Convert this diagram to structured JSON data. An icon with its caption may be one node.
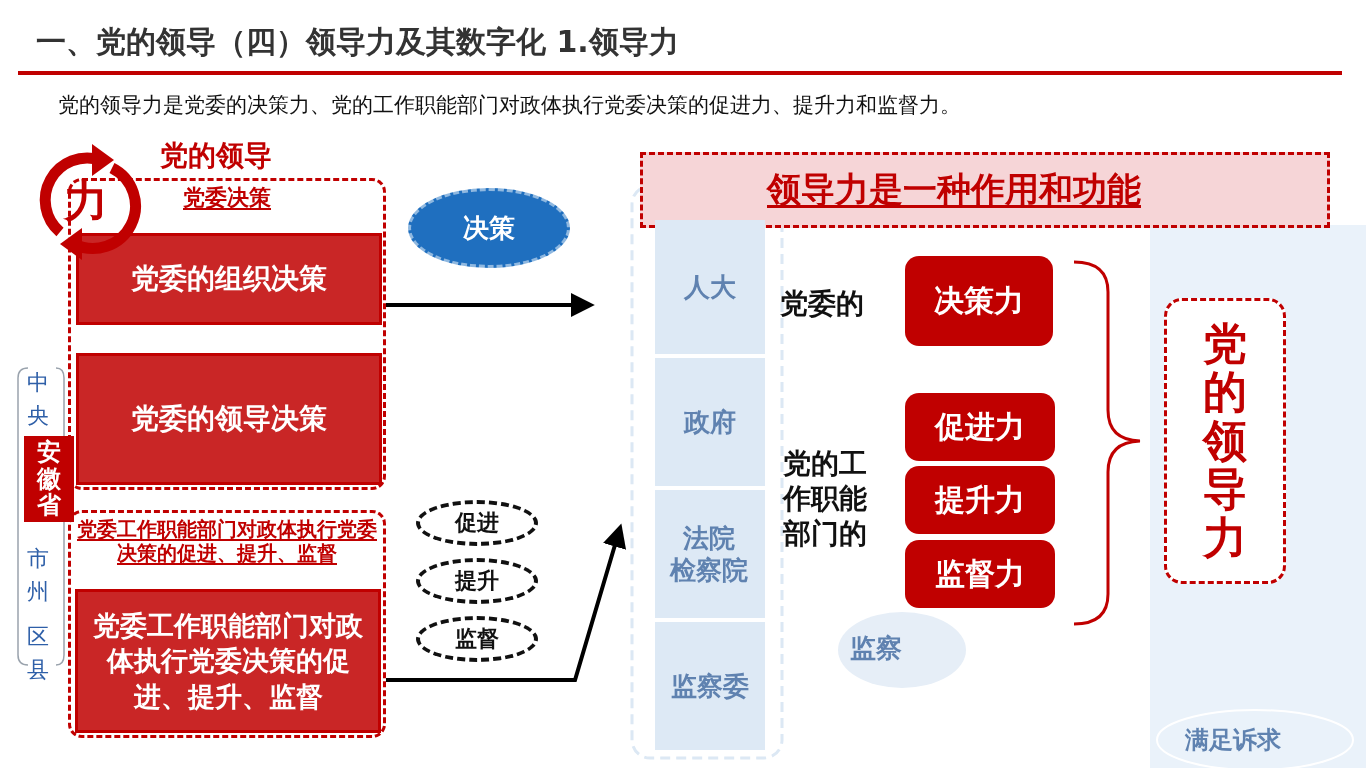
{
  "diagram": {
    "title": "一、党的领导（四）领导力及其数字化 1.领导力",
    "nodes": [
      {
        "text": [
          "党委决策"
        ]
      },
      {
        "text": [
          "党委的组织决策"
        ],
        "in": 0
      },
      {
        "text": [
          "党委的领导决策"
        ],
        "in": 0
      },
      {
        "text": [
          "党委工作职能部门对政体执行党委决策的促进、提升、监督"
        ]
      },
      {
        "text": [
          "党委工作职能部门对政体执行党委决策的促进、提升、监督"
        ],
        "in": 3
      },
      {
        "text": [
          "决策"
        ]
      },
      {
        "text": [
          "促进"
        ]
      },
      {
        "text": [
          "提升"
        ]
      },
      {
        "text": [
          "监督"
        ]
      },
      {
        "text": [
          "力"
        ]
      },
      {
        "text": [
          "领导力是一种作用和功能"
        ]
      },
      {
        "text": [
          "决策力"
        ]
      },
      {
        "text": [
          "促进力"
        ]
      },
      {
        "text": [
          "提升力"
        ]
      },
      {
        "text": [
          "监督力"
        ]
      },
      {
        "text": [
          "党的领导力"
        ]
      },
      {
        "text": [
          "安徽省"
        ]
      }
    ],
    "edges": [
      {
        "from": 0,
        "to": null,
        "arrow": "to"
      },
      {
        "from": 3,
        "to": null,
        "arrow": "to"
      }
    ],
    "labels": [
      "党的领导力是党委的决策力、党的工作职能部门对政体执行党委决策的促进力、提升力和监督力。",
      "党的领导",
      "中央",
      "市州",
      "区县",
      "党委的",
      "党的工作职能部门的",
      "人大",
      "政府",
      "法院检察院",
      "监察委",
      "监察",
      "满足诉求"
    ]
  }
}
